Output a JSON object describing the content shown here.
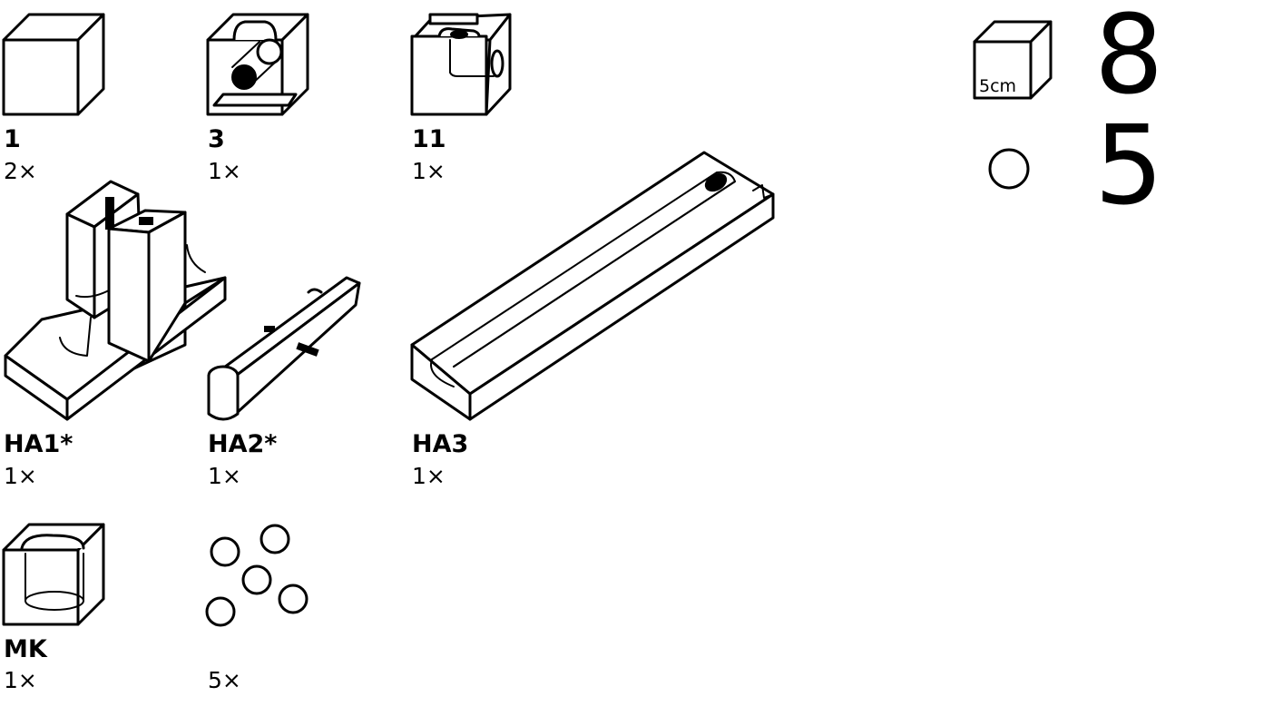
{
  "parts": [
    {
      "code": "1",
      "qty": "2×",
      "icon": "cube-block-icon"
    },
    {
      "code": "3",
      "qty": "1×",
      "icon": "tunnel-block-icon"
    },
    {
      "code": "11",
      "qty": "1×",
      "icon": "curve-block-icon"
    },
    {
      "code": "HA1*",
      "qty": "1×",
      "icon": "ha1-piece-icon"
    },
    {
      "code": "HA2*",
      "qty": "1×",
      "icon": "ha2-piece-icon"
    },
    {
      "code": "HA3",
      "qty": "1×",
      "icon": "ha3-ramp-icon"
    },
    {
      "code": "MK",
      "qty": "1×",
      "icon": "mk-block-icon"
    },
    {
      "code": "",
      "qty": "5×",
      "icon": "marbles-icon"
    }
  ],
  "summary": {
    "block_count": "8",
    "block_size": "5cm",
    "marble_count": "5"
  }
}
